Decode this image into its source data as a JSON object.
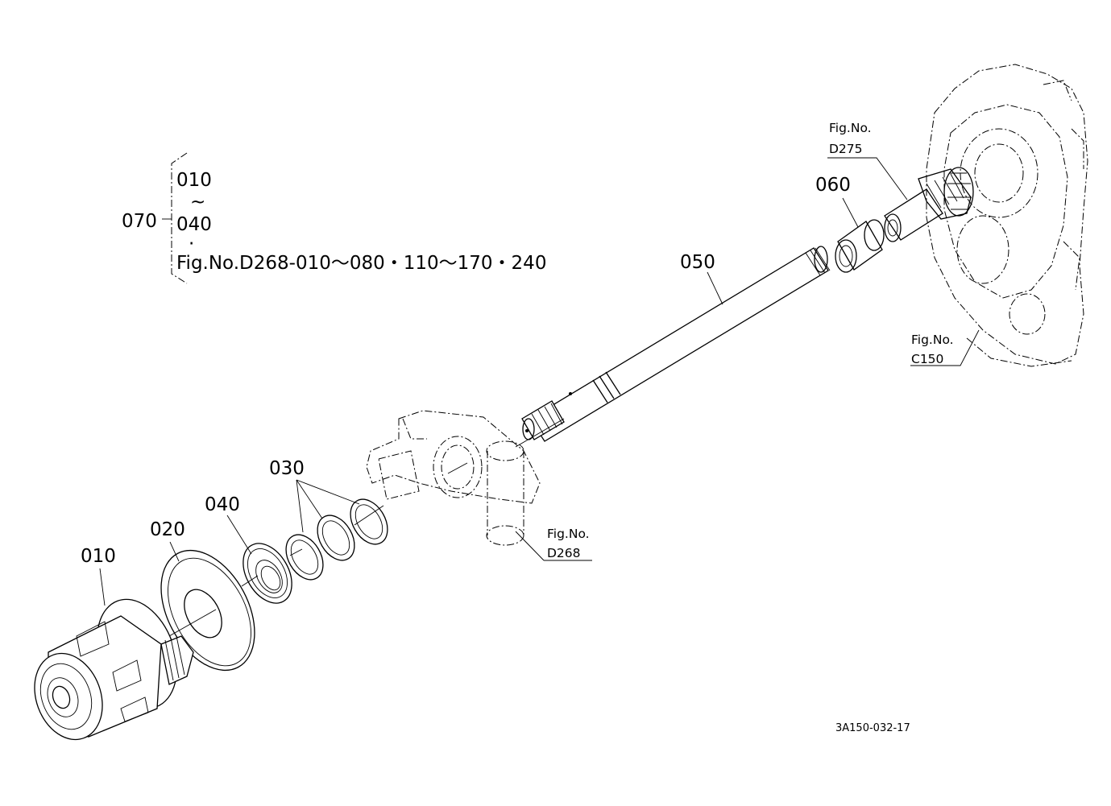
{
  "labels": {
    "p010": "010",
    "p020": "020",
    "p030": "030",
    "p040": "040",
    "p050": "050",
    "p060": "060",
    "p070": "070"
  },
  "group_070": {
    "start": "010",
    "tilde": "~",
    "end": "040",
    "dot": "·",
    "ref": "Fig.No.D268-010〜080・110〜170・240"
  },
  "fig_refs": {
    "d275": {
      "line1": "Fig.No.",
      "line2": "D275"
    },
    "c150": {
      "line1": "Fig.No.",
      "line2": "C150"
    },
    "d268": {
      "line1": "Fig.No.",
      "line2": "D268"
    }
  },
  "drawing_code": "3A150-032-17"
}
